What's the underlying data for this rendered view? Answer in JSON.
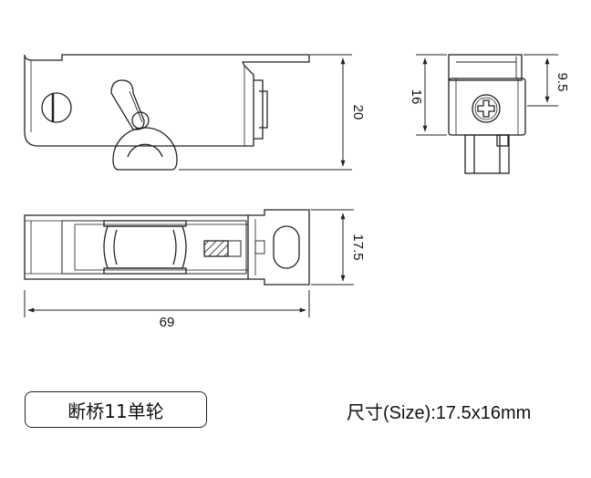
{
  "product_name": "断桥11单轮",
  "size_label": "尺寸(Size):17.5x16mm",
  "dimensions": {
    "height_side": "20",
    "width_end": "16",
    "end_offset": "9.5",
    "width_top": "17.5",
    "length": "69"
  },
  "line_color": "#222222"
}
